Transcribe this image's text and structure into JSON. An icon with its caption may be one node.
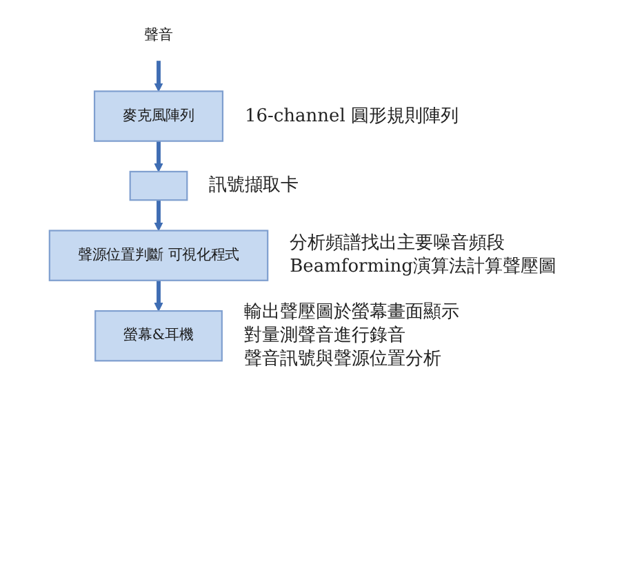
{
  "diagram": {
    "nodes": [
      {
        "text": [
          "聲音"
        ]
      },
      {
        "text": [
          "麥克風陣列"
        ],
        "beside": [
          "16-channel 圓形規則陣列"
        ]
      },
      {
        "text": [],
        "shape": "box",
        "beside": [
          "訊號擷取卡"
        ]
      },
      {
        "text": [
          "聲源位置判斷 可視化程式"
        ],
        "beside": [
          "分析頻譜找出主要噪音頻段",
          "Beamforming演算法計算聲壓圖"
        ]
      },
      {
        "text": [
          "螢幕&耳機"
        ],
        "beside": [
          "輸出聲壓圖於螢幕畫面顯示",
          "對量測聲音進行錄音",
          "聲音訊號與聲源位置分析"
        ]
      }
    ],
    "edges": [
      {
        "from": 0,
        "to": 1,
        "arrow": "to"
      },
      {
        "from": 1,
        "to": 2,
        "arrow": "to"
      },
      {
        "from": 2,
        "to": 3,
        "arrow": "to"
      },
      {
        "from": 3,
        "to": 4,
        "arrow": "to"
      }
    ]
  }
}
